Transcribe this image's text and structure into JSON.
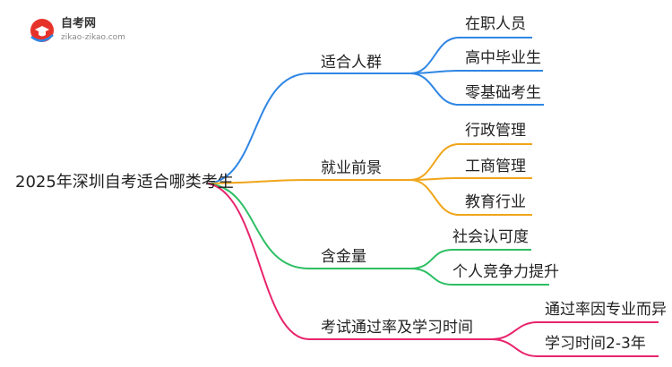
{
  "logo": {
    "title": "自考网",
    "url": "zikao-zikao.com"
  },
  "root": "2025年深圳自考适合哪类考生",
  "branches": [
    {
      "label": "适合人群",
      "color": "#2f86e4",
      "children": [
        "在职人员",
        "高中毕业生",
        "零基础考生"
      ]
    },
    {
      "label": "就业前景",
      "color": "#f0a51a",
      "children": [
        "行政管理",
        "工商管理",
        "教育行业"
      ]
    },
    {
      "label": "含金量",
      "color": "#2cbf63",
      "children": [
        "社会认可度",
        "个人竞争力提升"
      ]
    },
    {
      "label": "考试通过率及学习时间",
      "color": "#e8246c",
      "children": [
        "通过率因专业而异",
        "学习时间2-3年"
      ]
    }
  ]
}
